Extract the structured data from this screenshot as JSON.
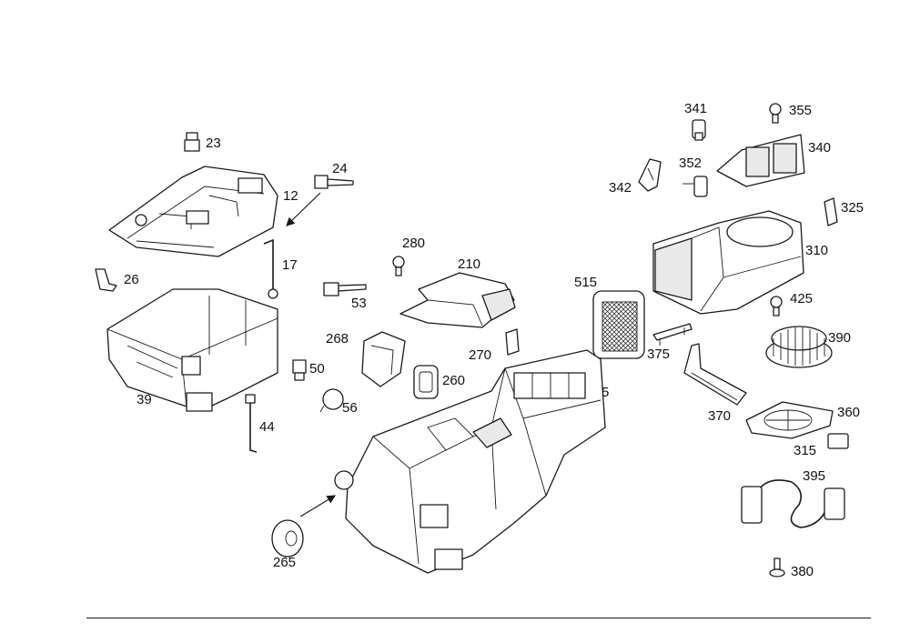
{
  "callouts": {
    "p23": "23",
    "p24": "24",
    "p12": "12",
    "p17": "17",
    "p26": "26",
    "p39": "39",
    "p50": "50",
    "p44": "44",
    "p56": "56",
    "p53": "53",
    "p280": "280",
    "p210": "210",
    "p268": "268",
    "p270": "270",
    "p260": "260",
    "p515": "515",
    "p5": "5",
    "p265": "265",
    "p341": "341",
    "p355": "355",
    "p340": "340",
    "p352": "352",
    "p342": "342",
    "p325": "325",
    "p310": "310",
    "p425": "425",
    "p390": "390",
    "p375": "375",
    "p370": "370",
    "p360": "360",
    "p315": "315",
    "p395": "395",
    "p380": "380"
  },
  "colors": {
    "line": "#1a1a1a",
    "fill": "#ffffff",
    "shade": "#e9e9e9"
  }
}
